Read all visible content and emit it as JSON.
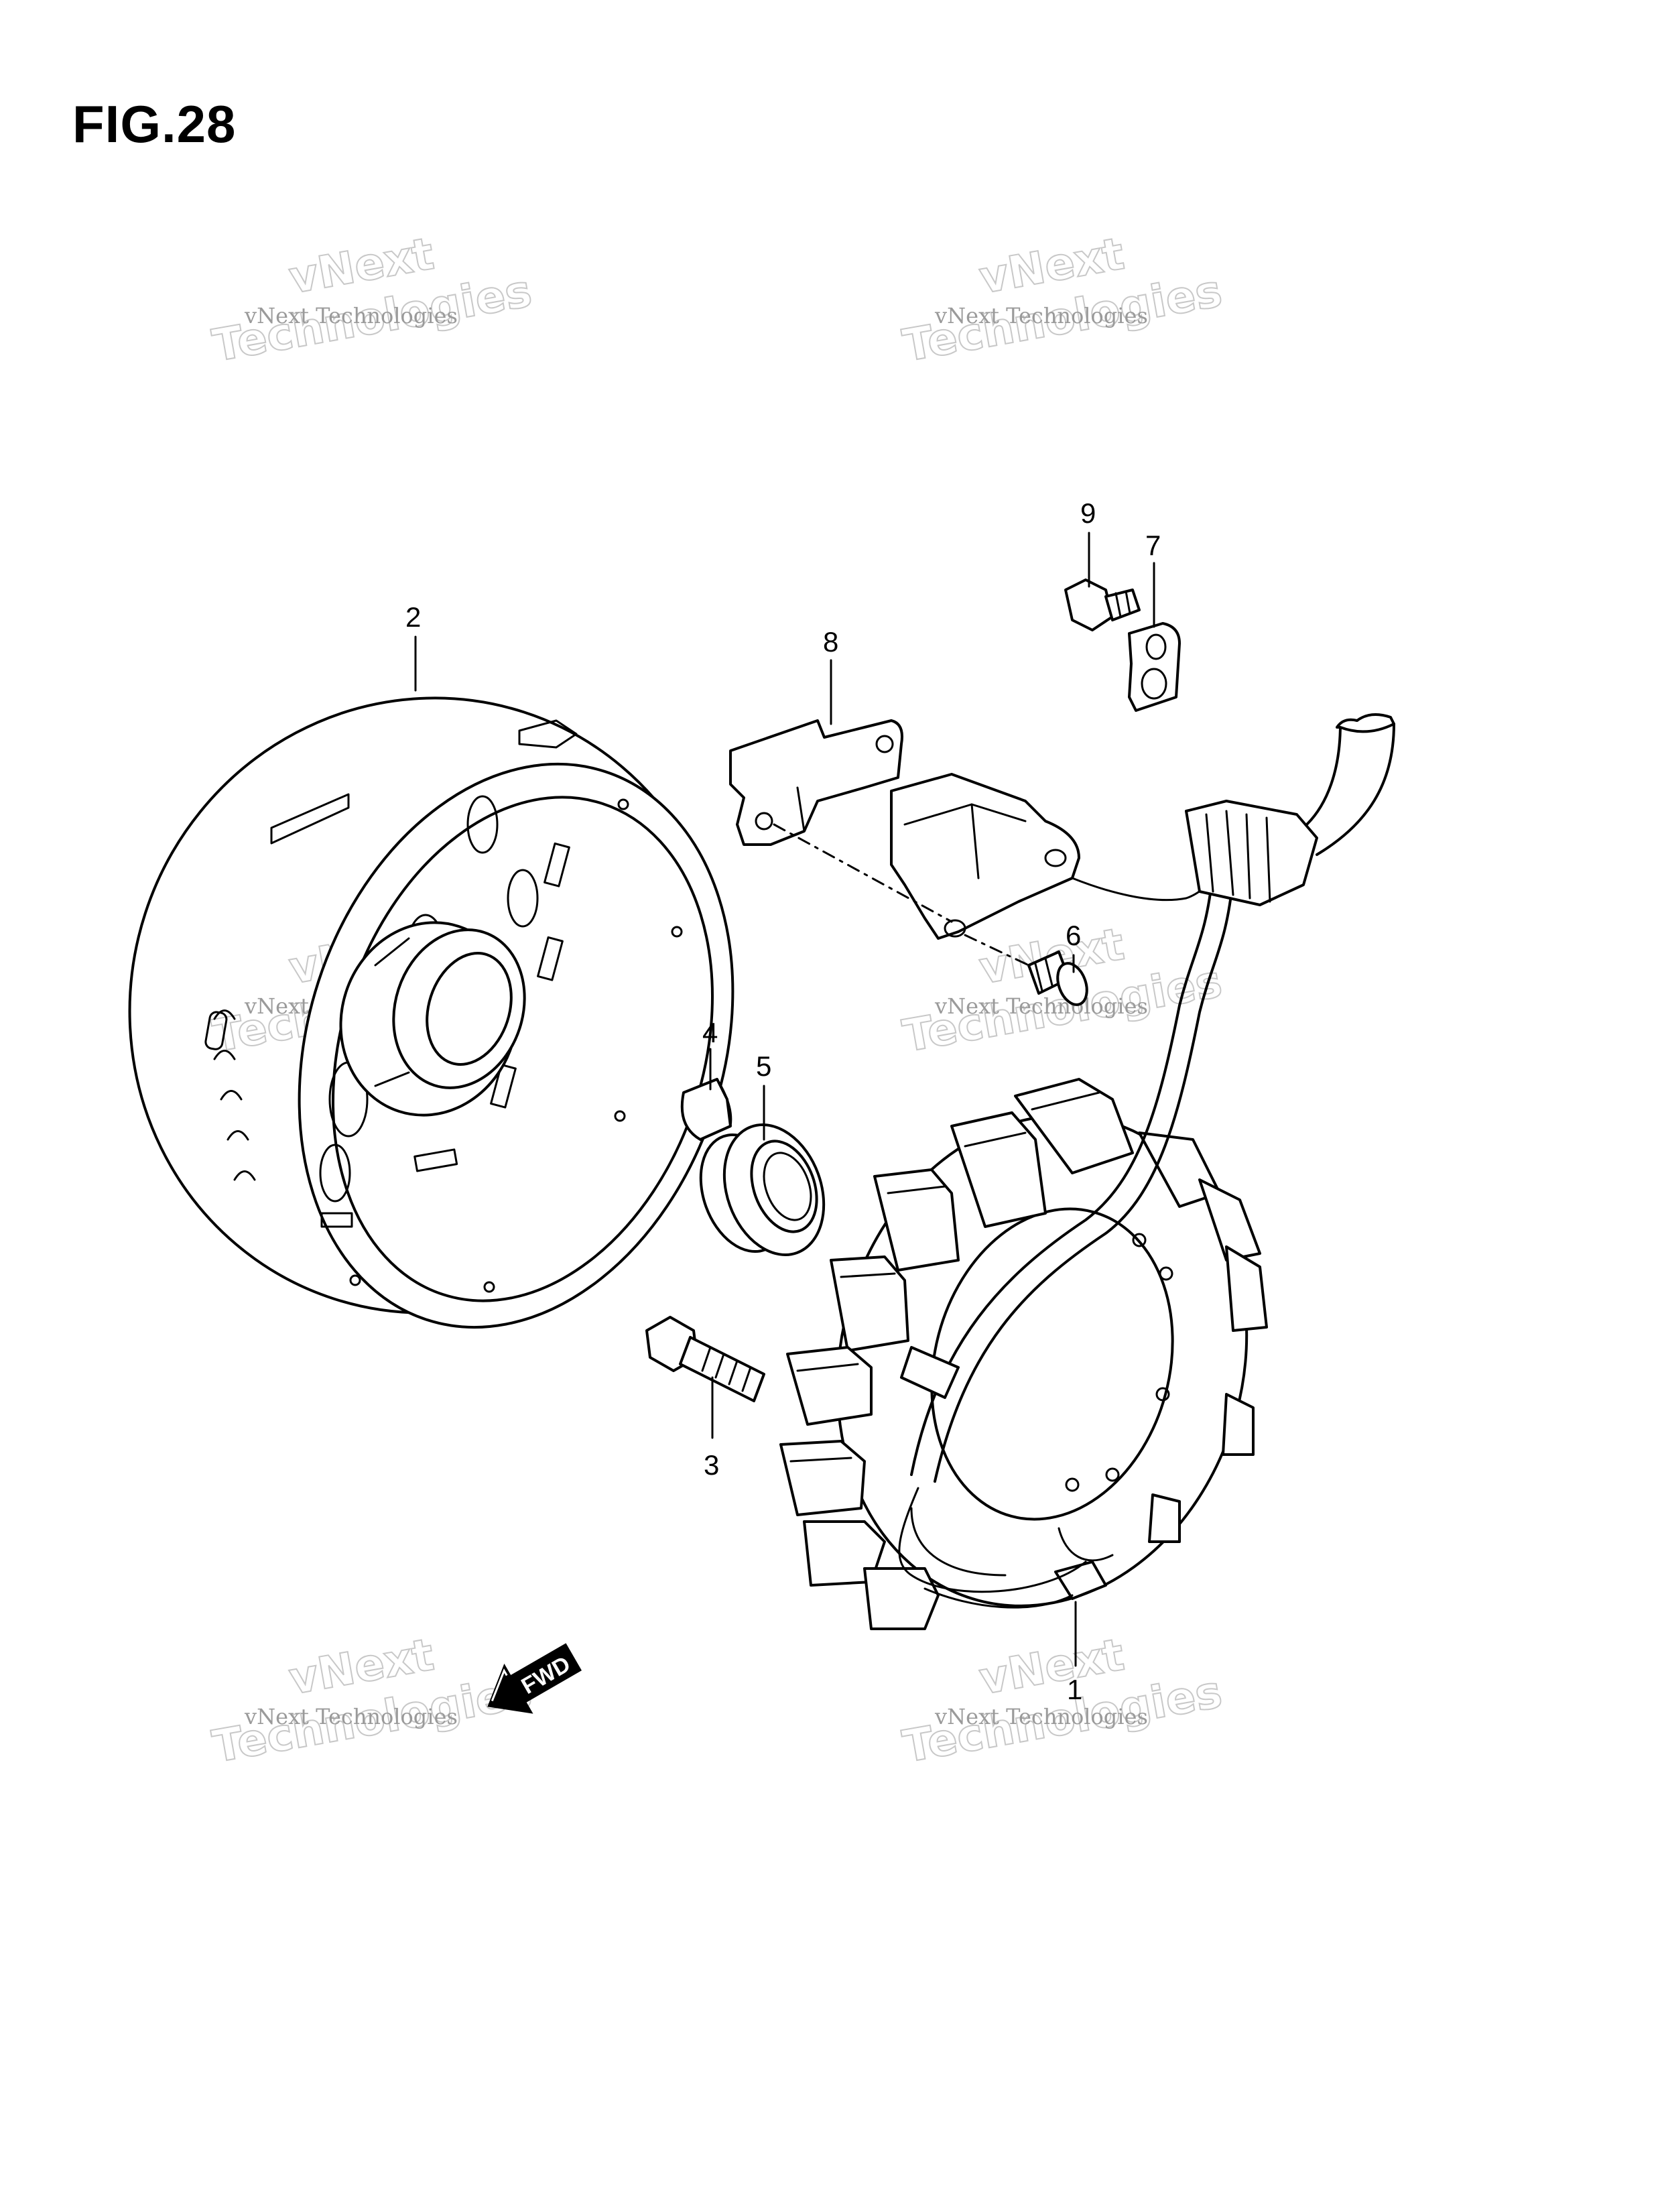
{
  "figure": {
    "title": "FIG.28"
  },
  "watermark": {
    "line_big_1": "vNext",
    "line_big_2": "Technologies",
    "line_small": "vNext Technologies"
  },
  "direction_arrow": {
    "label": "FWD",
    "icon": "fwd-arrow-icon"
  },
  "callouts": [
    {
      "number": "1",
      "part": "stator-coil"
    },
    {
      "number": "2",
      "part": "rotor-flywheel"
    },
    {
      "number": "3",
      "part": "rotor-bolt"
    },
    {
      "number": "4",
      "part": "woodruff-key"
    },
    {
      "number": "5",
      "part": "one-way-clutch-bushing"
    },
    {
      "number": "6",
      "part": "pickup-screw"
    },
    {
      "number": "7",
      "part": "wire-clamp"
    },
    {
      "number": "8",
      "part": "pickup-bracket"
    },
    {
      "number": "9",
      "part": "clamp-bolt"
    }
  ],
  "colors": {
    "line": "#000000",
    "watermark_outline": "#c8c8c8",
    "watermark_text": "#9a9a9a",
    "background": "#ffffff"
  }
}
